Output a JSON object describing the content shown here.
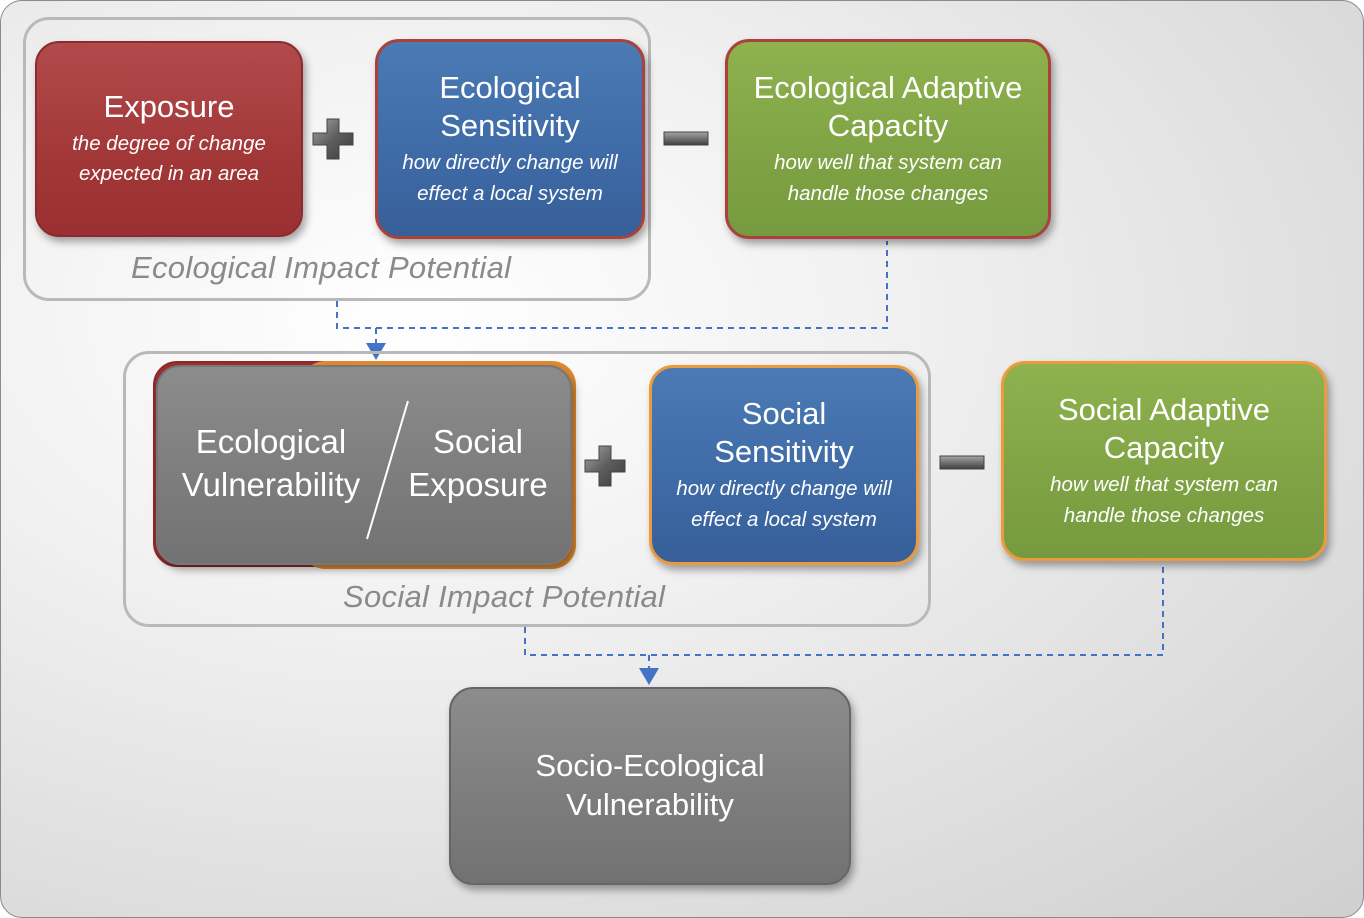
{
  "ecological": {
    "exposure": {
      "title": "Exposure",
      "desc": "the degree of change expected in an area"
    },
    "sensitivity": {
      "title": "Ecological Sensitivity",
      "desc": "how directly change will effect a local system"
    },
    "adaptive": {
      "title": "Ecological Adaptive Capacity",
      "desc": "how well that system can handle those changes"
    },
    "group_label": "Ecological Impact Potential"
  },
  "social": {
    "vuln_left": "Ecological Vulnerability",
    "vuln_right": "Social Exposure",
    "sensitivity": {
      "title": "Social Sensitivity",
      "desc": "how directly change will effect a local system"
    },
    "adaptive": {
      "title": "Social Adaptive Capacity",
      "desc": "how well that system can handle those changes"
    },
    "group_label": "Social Impact Potential"
  },
  "result": {
    "title": "Socio-Ecological Vulnerability"
  },
  "operators": {
    "plus_icon": "plus-icon",
    "minus_icon": "minus-icon"
  },
  "colors": {
    "exposure_red": "#a23738",
    "sensitivity_blue": "#3e6aa6",
    "adaptive_green": "#7fa244",
    "vulnerability_grey": "#7c7c7c",
    "connector_blue": "#4472c4"
  }
}
